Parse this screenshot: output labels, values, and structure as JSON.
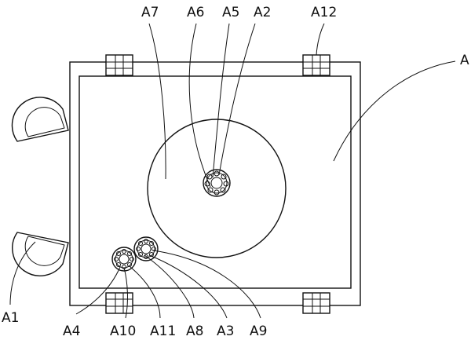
{
  "diagram": {
    "labels": {
      "A": "A",
      "A1": "A1",
      "A2": "A2",
      "A3": "A3",
      "A4": "A4",
      "A5": "A5",
      "A6": "A6",
      "A7": "A7",
      "A8": "A8",
      "A9": "A9",
      "A10": "A10",
      "A11": "A11",
      "A12": "A12"
    }
  }
}
